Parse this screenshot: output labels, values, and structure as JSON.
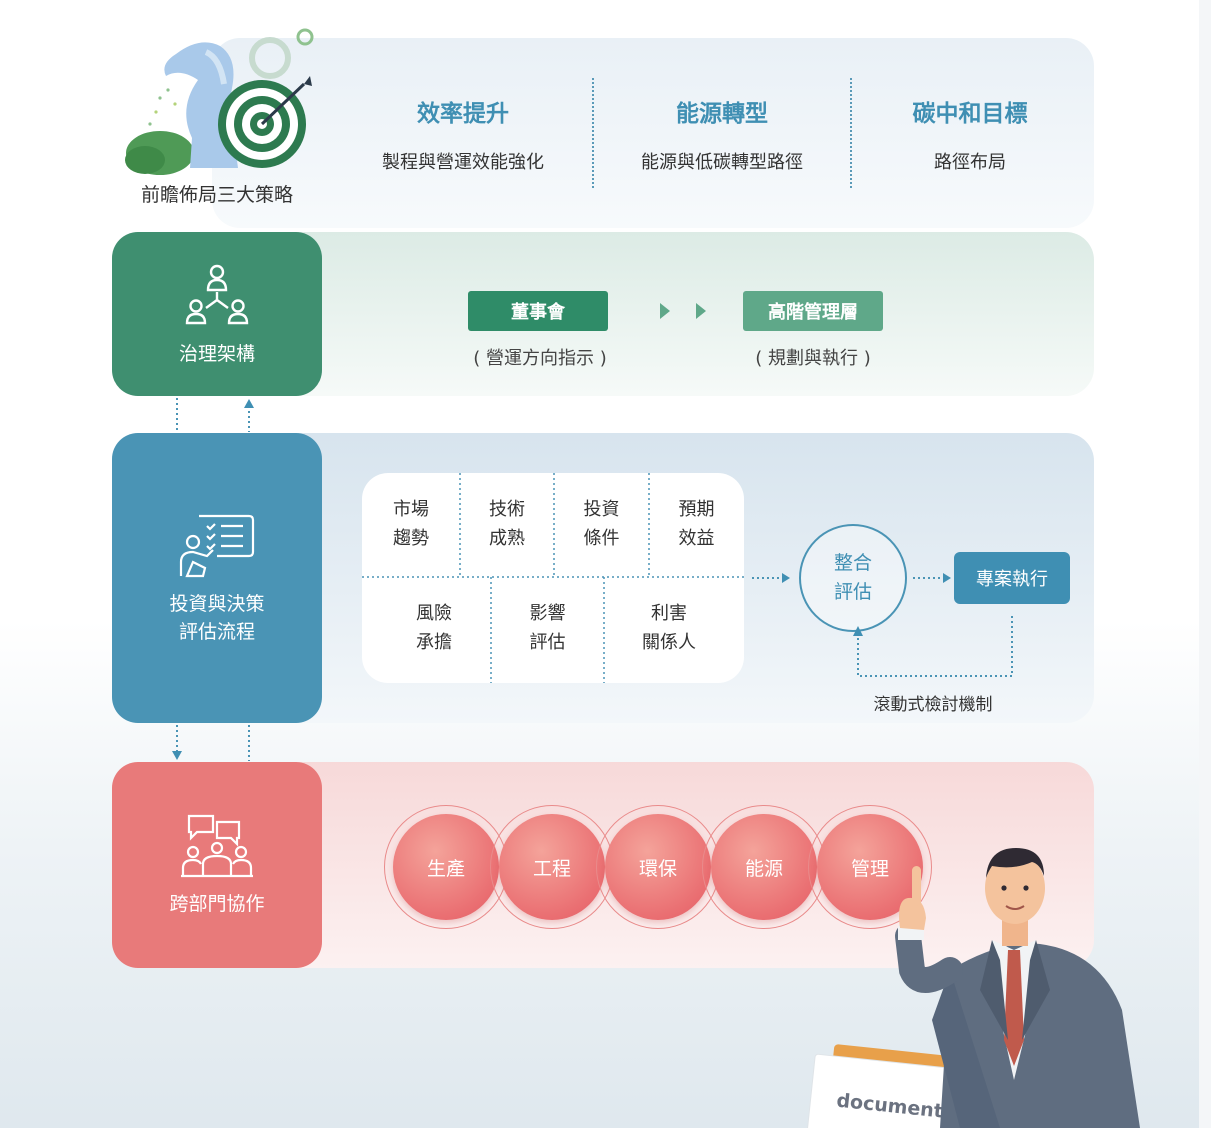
{
  "strategy": {
    "title": "前瞻佈局三大策略",
    "items": [
      {
        "heading": "效率提升",
        "subtitle": "製程與營運效能強化"
      },
      {
        "heading": "能源轉型",
        "subtitle": "能源與低碳轉型路徑"
      },
      {
        "heading": "碳中和目標",
        "subtitle": "路徑布局"
      }
    ]
  },
  "governance": {
    "label": "治理架構",
    "board": {
      "label": "董事會",
      "subtitle": "( 營運方向指示 )"
    },
    "management": {
      "label": "高階管理層",
      "subtitle": "( 規劃與執行 )"
    }
  },
  "investment": {
    "label_line1": "投資與決策",
    "label_line2": "評估流程",
    "factors_top": [
      {
        "l1": "市場",
        "l2": "趨勢"
      },
      {
        "l1": "技術",
        "l2": "成熟"
      },
      {
        "l1": "投資",
        "l2": "條件"
      },
      {
        "l1": "預期",
        "l2": "效益"
      }
    ],
    "factors_bottom": [
      {
        "l1": "風險",
        "l2": "承擔"
      },
      {
        "l1": "影響",
        "l2": "評估"
      },
      {
        "l1": "利害",
        "l2": "關係人"
      }
    ],
    "evaluate_l1": "整合",
    "evaluate_l2": "評估",
    "execute": "專案執行",
    "rolling": "滾動式檢討機制"
  },
  "cross": {
    "label": "跨部門協作",
    "departments": [
      "生產",
      "工程",
      "環保",
      "能源",
      "管理"
    ]
  },
  "illustration": {
    "document_label": "documents"
  },
  "colors": {
    "green": "#3f8f70",
    "blue": "#4a94b5",
    "red": "#e87a7a",
    "heading_blue": "#3f8fb3"
  }
}
